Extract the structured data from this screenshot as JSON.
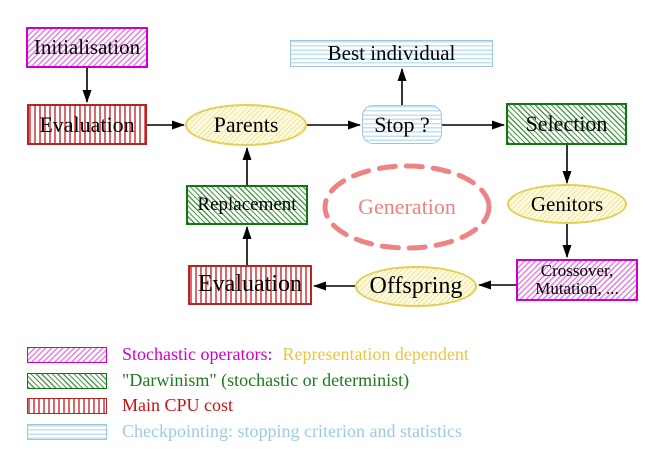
{
  "diagram": {
    "nodes": {
      "initialisation": {
        "label": "Initialisation",
        "style": "stochastic-operator"
      },
      "evaluation_top": {
        "label": "Evaluation",
        "style": "main-cpu-cost"
      },
      "parents": {
        "label": "Parents",
        "style": "population"
      },
      "stop": {
        "label": "Stop ?",
        "style": "checkpointing"
      },
      "best_individual": {
        "label": "Best individual",
        "style": "checkpointing"
      },
      "selection": {
        "label": "Selection",
        "style": "darwinism"
      },
      "genitors": {
        "label": "Genitors",
        "style": "population"
      },
      "crossover": {
        "line1": "Crossover,",
        "line2": "Mutation, ...",
        "style": "stochastic-operator"
      },
      "offspring": {
        "label": "Offspring",
        "style": "population"
      },
      "evaluation_bottom": {
        "label": "Evaluation",
        "style": "main-cpu-cost"
      },
      "replacement": {
        "label": "Replacement",
        "style": "darwinism"
      },
      "generation": {
        "label": "Generation",
        "style": "cycle-annotation"
      }
    },
    "colors": {
      "stochastic_magenta": "#cc00cc",
      "darwinism_green": "#0e770e",
      "cpu_cost_red": "#b52525",
      "checkpointing_cyan": "#9cc8de",
      "population_yellow_border": "#e6ce52",
      "generation_salmon": "#ee8383",
      "representation_gold": "#edc63c",
      "arrow_black": "#000000"
    }
  },
  "legend": {
    "rows": [
      {
        "swatch": "magenta-hatch",
        "parts": [
          {
            "text": "Stochastic operators:",
            "color": "#cc00cc"
          },
          {
            "text": "Representation dependent",
            "color": "#edc63c"
          }
        ]
      },
      {
        "swatch": "green-hatch",
        "parts": [
          {
            "text": "\"Darwinism\" (stochastic or determinist)",
            "color": "#1b7b1b"
          }
        ]
      },
      {
        "swatch": "red-vlines",
        "parts": [
          {
            "text": "Main CPU cost",
            "color": "#cc1111"
          }
        ]
      },
      {
        "swatch": "cyan-hlines",
        "parts": [
          {
            "text": "Checkpointing: stopping criterion and statistics",
            "color": "#9bcbe4"
          }
        ]
      }
    ]
  }
}
